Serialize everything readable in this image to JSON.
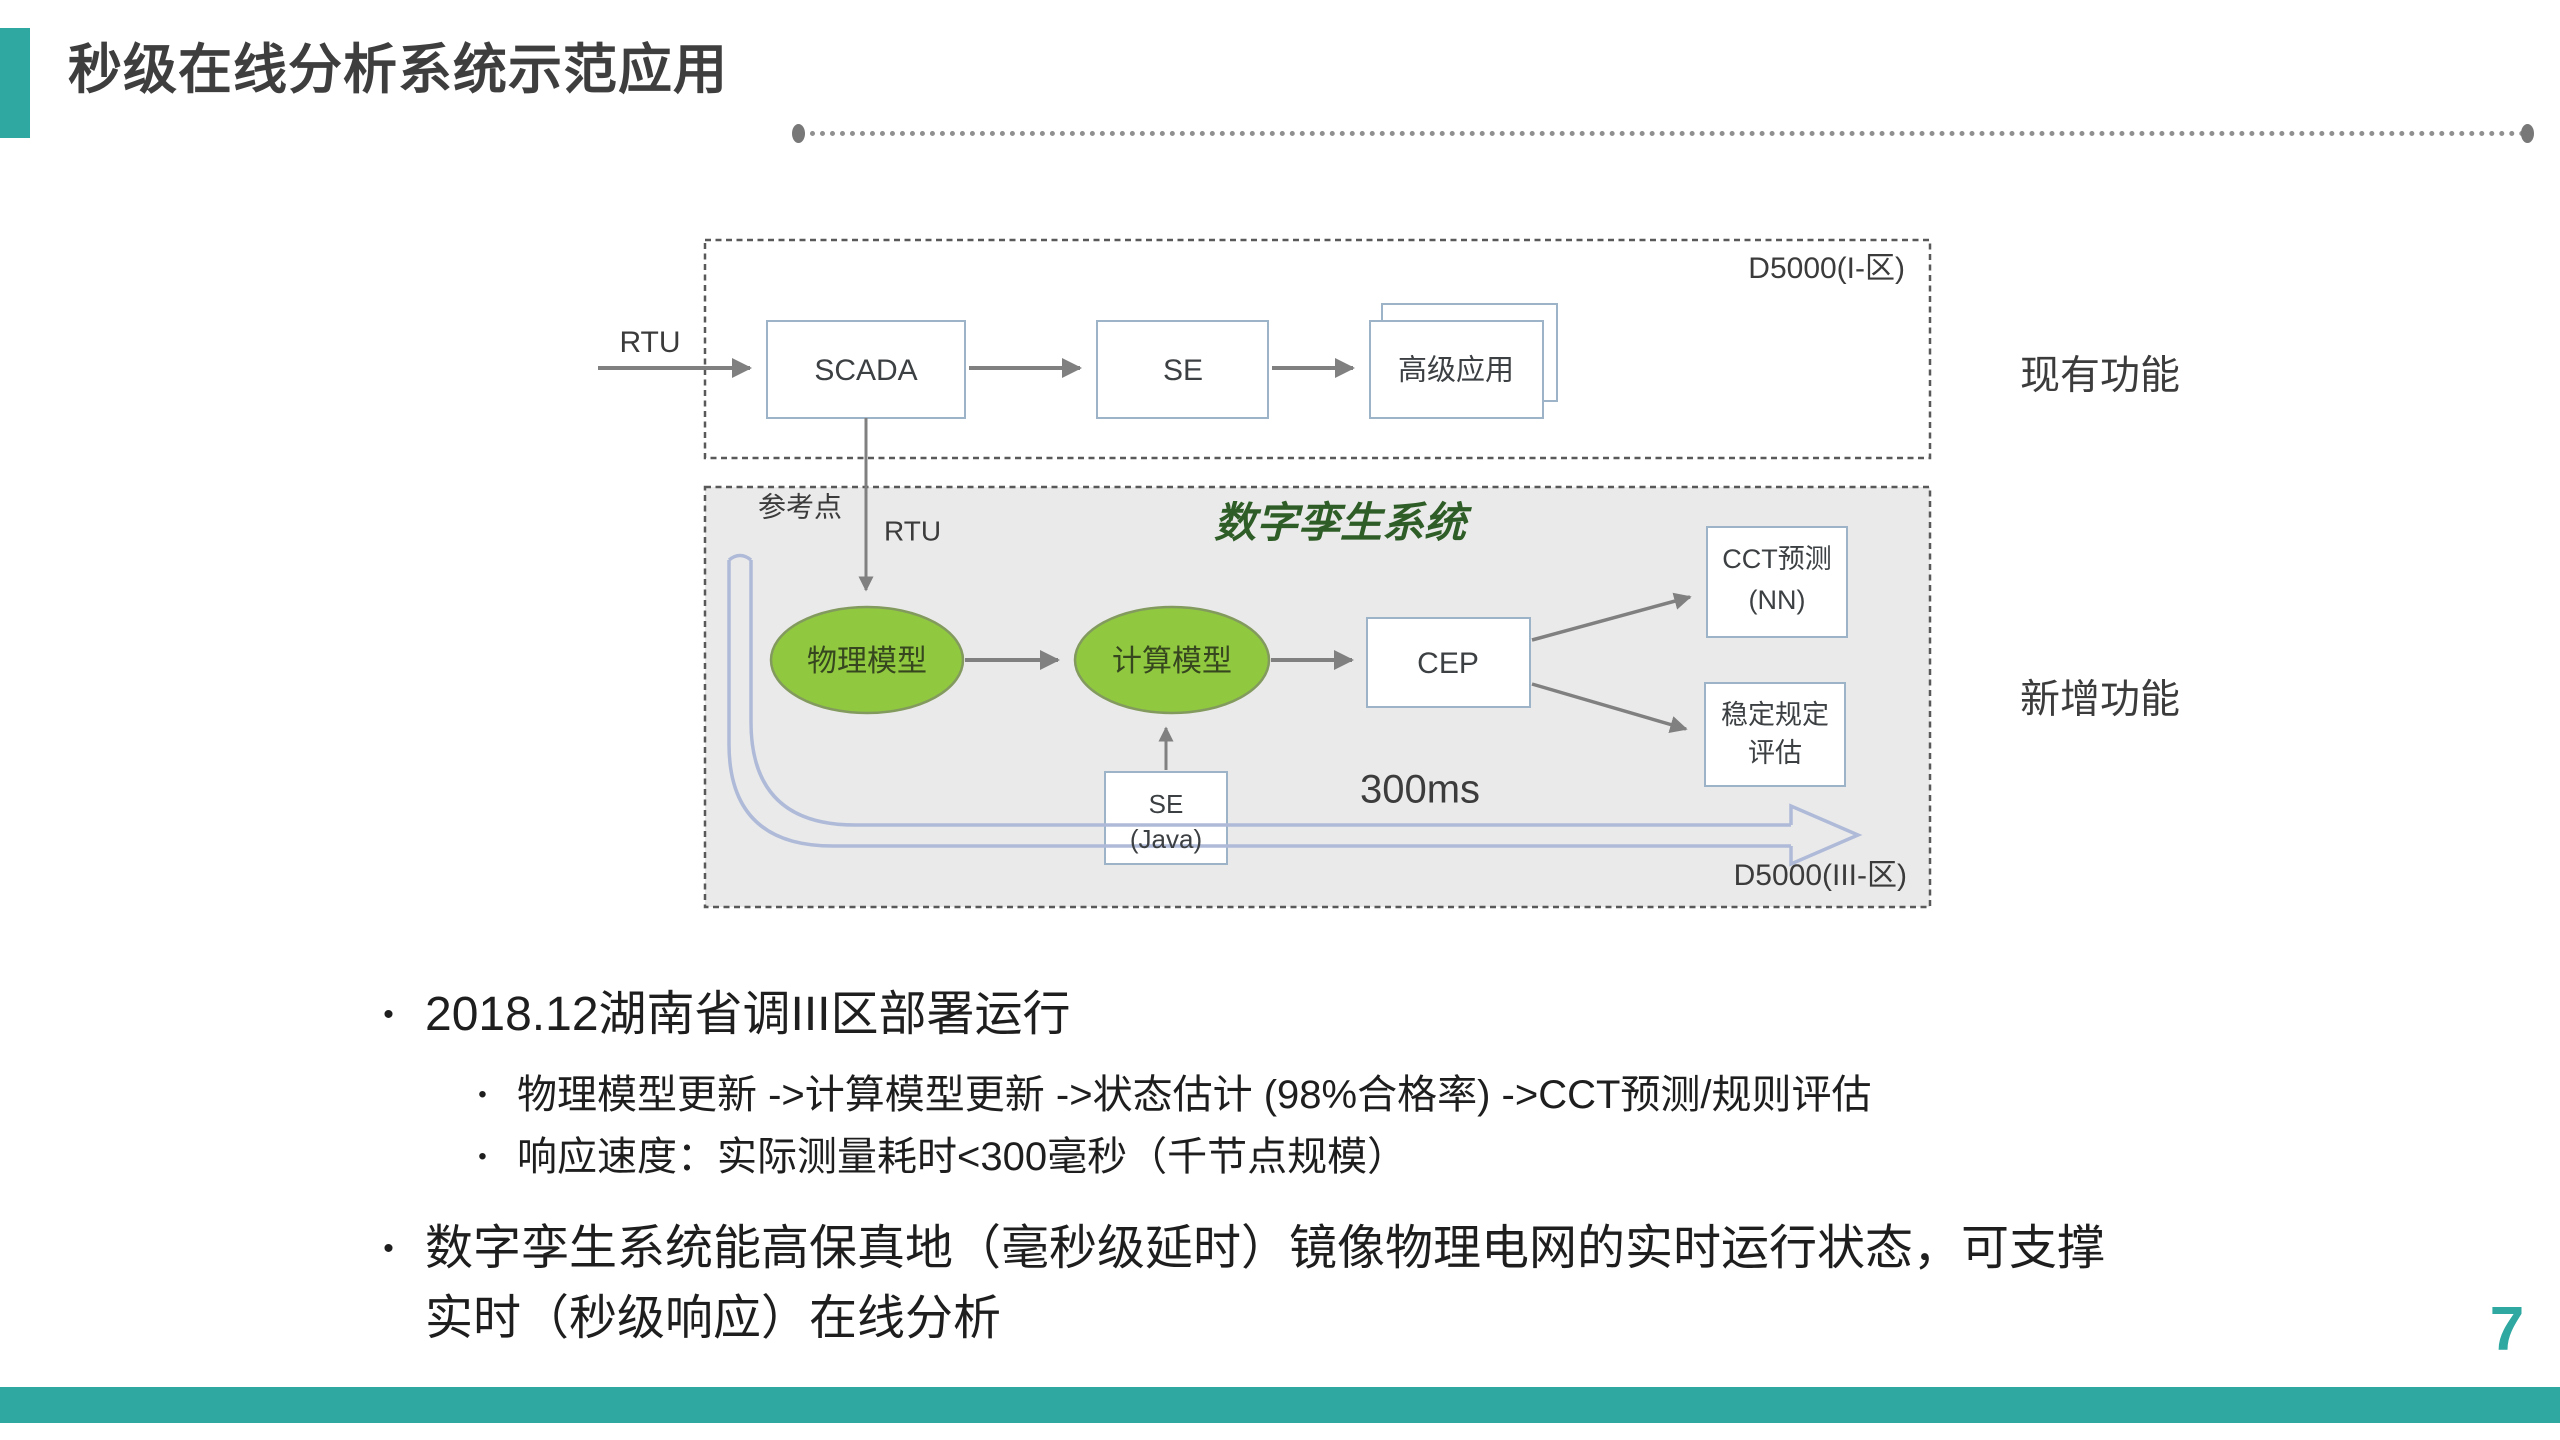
{
  "header": {
    "title": "秒级在线分析系统示范应用"
  },
  "diagram": {
    "existing_zone": {
      "zone_label": "D5000(I-区)",
      "side_label": "现有功能",
      "input_label": "RTU",
      "scada": "SCADA",
      "se": "SE",
      "advanced_app": "高级应用"
    },
    "twin_zone": {
      "zone_label": "D5000(III-区)",
      "side_label": "新增功能",
      "title": "数字孪生系统",
      "reference_point": "参考点",
      "input_label": "RTU",
      "physical_model": "物理模型",
      "compute_model": "计算模型",
      "cep": "CEP",
      "cct_box": {
        "line1": "CCT预测",
        "line2": "(NN)"
      },
      "stability_box": {
        "line1": "稳定规定",
        "line2": "评估"
      },
      "se_box": {
        "line1": "SE",
        "line2": "(Java)"
      },
      "latency": "300ms"
    }
  },
  "bullets": {
    "marker": "•",
    "items": [
      {
        "level": 1,
        "text": "2018.12湖南省调III区部署运行"
      },
      {
        "level": 2,
        "text": "物理模型更新 ->计算模型更新 ->状态估计 (98%合格率) ->CCT预测/规则评估"
      },
      {
        "level": 2,
        "text": "响应速度：实际测量耗时<300毫秒（千节点规模）"
      },
      {
        "level": 1,
        "text": "数字孪生系统能高保真地（毫秒级延时）镜像物理电网的实时运行状态，可支撑\n实时（秒级响应）在线分析"
      }
    ]
  },
  "footer": {
    "page_number": "7"
  },
  "colors": {
    "accent_teal": "#2EA8A1",
    "twin_title_green": "#2F5D27",
    "model_fill_green": "#90C93F",
    "model_stroke_green": "#839A5E",
    "tube_blue": "#AEBAD8",
    "box_border": "#9DB3C7",
    "arrow_gray": "#808080",
    "zone_fill_gray": "#EAEAEA"
  }
}
